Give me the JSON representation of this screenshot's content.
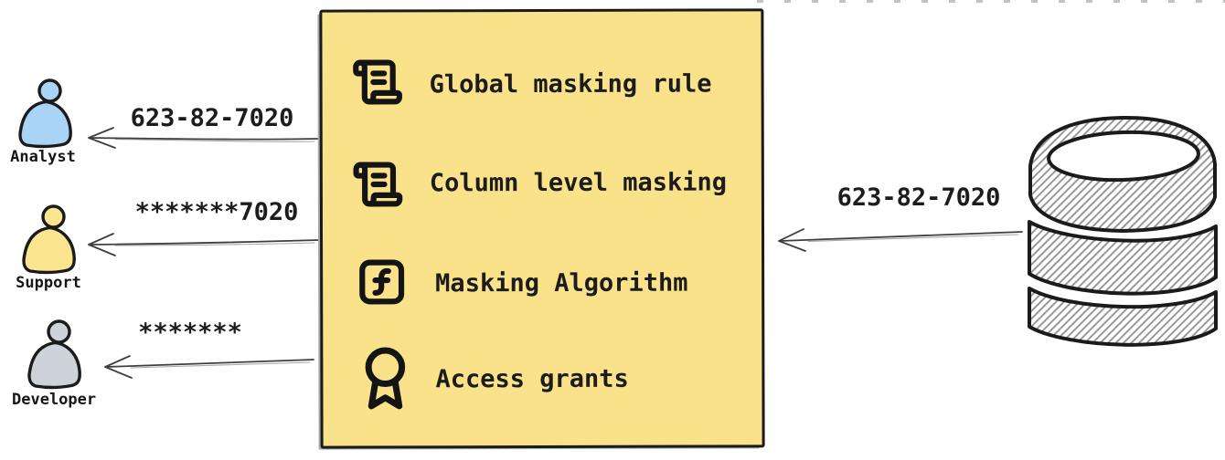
{
  "policy_box": {
    "fill": "#FAE28B",
    "border_color": "#1A1A1A",
    "items": [
      {
        "icon": "scroll-text-icon",
        "label": "Global masking rule"
      },
      {
        "icon": "scroll-text-icon",
        "label": "Column level masking"
      },
      {
        "icon": "function-square-icon",
        "label": "Masking Algorithm"
      },
      {
        "icon": "award-icon",
        "label": "Access grants"
      }
    ]
  },
  "actors": [
    {
      "name": "Analyst",
      "fill": "#A9D4F5",
      "received_value": "623-82-7020"
    },
    {
      "name": "Support",
      "fill": "#FBE58F",
      "received_value": "*******7020"
    },
    {
      "name": "Developer",
      "fill": "#CED3DA",
      "received_value": "*******"
    }
  ],
  "database": {
    "icon": "database-icon",
    "outgoing_value": "623-82-7020"
  },
  "colors": {
    "ink": "#1A1A1A",
    "arrow": "#3F3F3F",
    "hatch": "#8A8A8A"
  }
}
